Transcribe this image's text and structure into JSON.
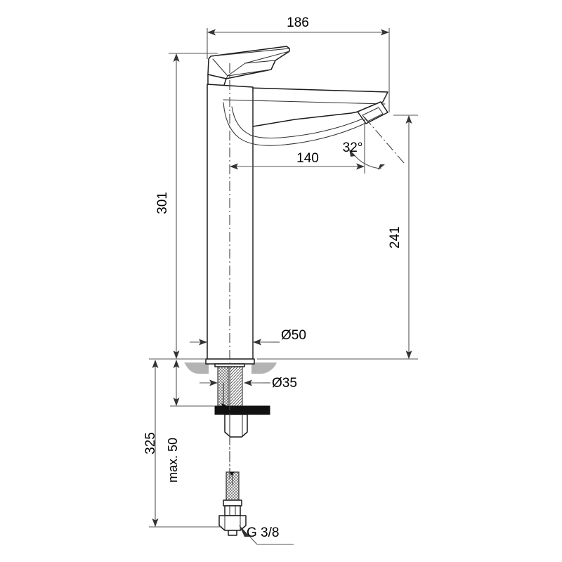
{
  "drawing": {
    "type": "technical-dimension-drawing",
    "subject": "single-lever basin mixer tap (tall vessel faucet) side elevation",
    "units": "mm",
    "background_color": "#ffffff",
    "line_color": "#1a1a1a",
    "dimension_line_color": "#555555",
    "basin_fill_color": "#b3b3b3",
    "black_part_color": "#111111"
  },
  "dimensions": {
    "overall_width": {
      "label": "186",
      "name": "overall-width-top",
      "orientation": "horizontal",
      "position": "top"
    },
    "spout_reach": {
      "label": "140",
      "name": "spout-reach",
      "orientation": "horizontal",
      "position": "middle"
    },
    "body_height": {
      "label": "301",
      "name": "body-height",
      "orientation": "vertical",
      "position": "left"
    },
    "spout_height": {
      "label": "241",
      "name": "spout-outlet-height",
      "orientation": "vertical",
      "position": "right"
    },
    "total_height_below": {
      "label": "325",
      "name": "below-deck-length",
      "orientation": "vertical",
      "position": "left-lower"
    },
    "max_thickness": {
      "label": "max. 50",
      "name": "max-deck-thickness",
      "orientation": "vertical",
      "position": "left-lower-inner"
    },
    "base_diameter": {
      "label": "Ø50",
      "name": "base-diameter",
      "orientation": "horizontal"
    },
    "shank_diameter": {
      "label": "Ø35",
      "name": "shank-hole-diameter",
      "orientation": "horizontal"
    },
    "outlet_angle": {
      "label": "32°",
      "name": "aerator-angle",
      "orientation": "angular"
    },
    "thread_size": {
      "label": "G 3/8",
      "name": "supply-thread-size",
      "orientation": "leader"
    }
  },
  "chart_data": {
    "type": "table",
    "title": "",
    "categories": [
      "186",
      "140",
      "301",
      "241",
      "325",
      "max. 50",
      "Ø50",
      "Ø35",
      "32°",
      "G 3/8"
    ],
    "values": [
      186,
      140,
      301,
      241,
      325,
      50,
      50,
      35,
      32,
      0
    ]
  }
}
